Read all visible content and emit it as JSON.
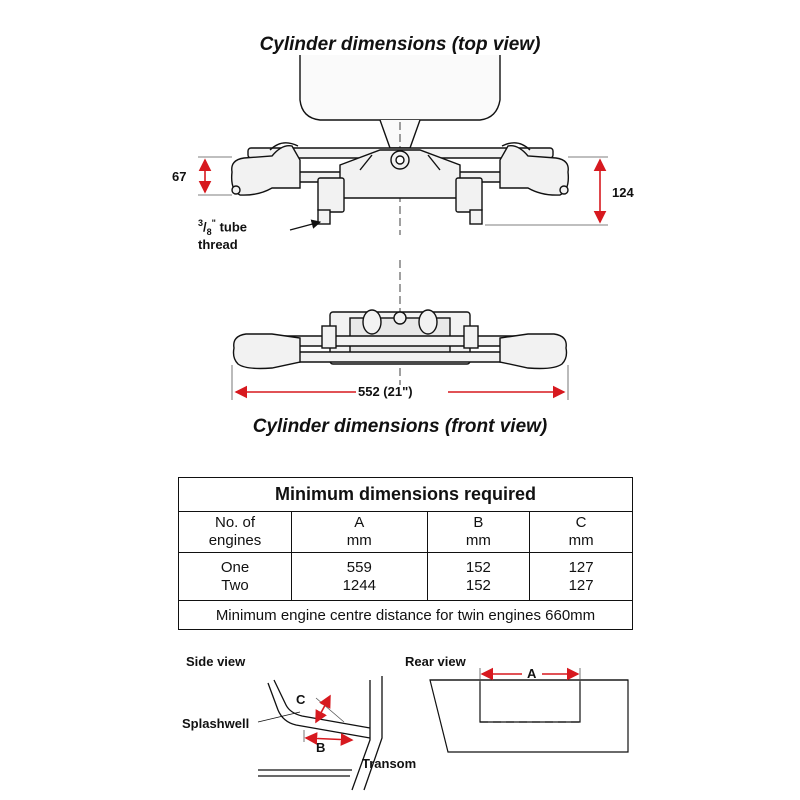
{
  "headings": {
    "top_view": "Cylinder dimensions (top view)",
    "front_view": "Cylinder dimensions (front view)"
  },
  "top_view": {
    "dim_left": "67",
    "dim_right": "124",
    "tube_thread_line1": "tube",
    "tube_thread_fraction_num": "3",
    "tube_thread_fraction_den": "8",
    "tube_thread_unit": "\"",
    "tube_thread_line2": "thread"
  },
  "front_view": {
    "dim_width": "552 (21\")"
  },
  "table": {
    "title": "Minimum dimensions required",
    "headers": [
      {
        "line1": "No. of",
        "line2": "engines"
      },
      {
        "line1": "A",
        "line2": "mm"
      },
      {
        "line1": "B",
        "line2": "mm"
      },
      {
        "line1": "C",
        "line2": "mm"
      }
    ],
    "rows": {
      "engines": [
        "One",
        "Two"
      ],
      "A": [
        "559",
        "1244"
      ],
      "B": [
        "152",
        "152"
      ],
      "C": [
        "127",
        "127"
      ]
    },
    "footer": "Minimum engine centre distance for twin engines 660mm"
  },
  "side_view": {
    "title": "Side view",
    "label_c": "C",
    "label_b": "B",
    "splashwell": "Splashwell",
    "transom": "Transom"
  },
  "rear_view": {
    "title": "Rear view",
    "label_a": "A"
  },
  "colors": {
    "dimension_red": "#d7191f",
    "line": "#111111",
    "part_fill": "#f2f2f2"
  }
}
